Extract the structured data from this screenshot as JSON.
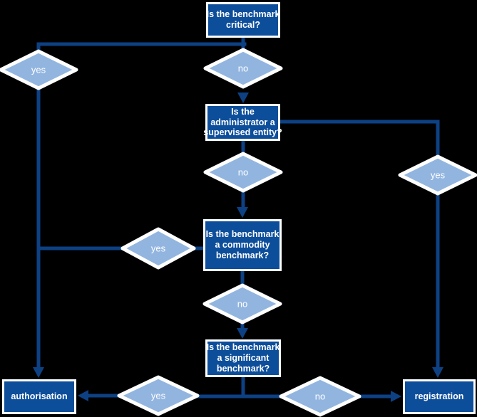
{
  "colors": {
    "background": "#000000",
    "box_fill": "#0d4e9b",
    "box_border": "#ffffff",
    "diamond_fill": "#92b5e0",
    "diamond_border": "#ffffff",
    "connector": "#0d4183",
    "text": "#ffffff"
  },
  "flowchart": {
    "questions": {
      "critical": [
        "Is the benchmark",
        "critical?"
      ],
      "supervised": [
        "Is the",
        "administrator a",
        "supervised entity?"
      ],
      "commodity": [
        "Is the benchmark",
        "a commodity",
        "benchmark?"
      ],
      "significant": [
        "Is the benchmark",
        "a significant",
        "benchmark?"
      ]
    },
    "outcomes": {
      "authorisation": "authorisation",
      "registration": "registration"
    },
    "decisions": {
      "critical_yes": "yes",
      "critical_no": "no",
      "supervised_no": "no",
      "supervised_yes": "yes",
      "commodity_yes": "yes",
      "commodity_no": "no",
      "significant_yes": "yes",
      "significant_no": "no"
    }
  }
}
